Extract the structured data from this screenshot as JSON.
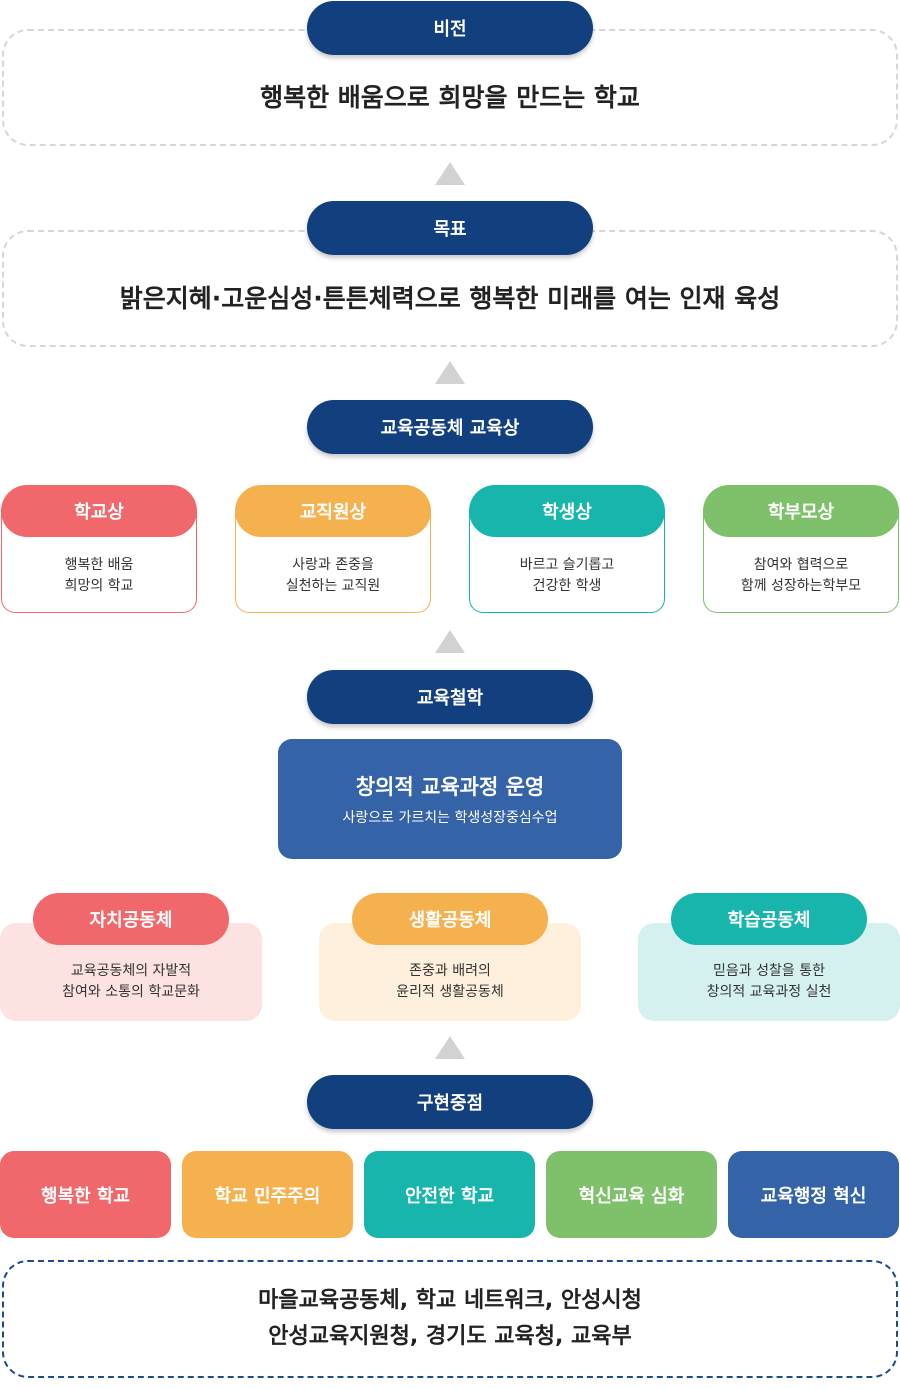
{
  "vision": {
    "label": "비전",
    "text": "행복한 배움으로 희망을 만드는 학교"
  },
  "goal": {
    "label": "목표",
    "text": "밝은지혜·고운심성·튼튼체력으로 행복한 미래를 여는 인재 육성"
  },
  "ideal": {
    "label": "교육공동체 교육상",
    "roles": [
      {
        "title": "학교상",
        "line1": "행복한 배움",
        "line2": "희망의 학교",
        "color": "#f0686b"
      },
      {
        "title": "교직원상",
        "line1": "사랑과 존중을",
        "line2": "실천하는 교직원",
        "color": "#f6b14f"
      },
      {
        "title": "학생상",
        "line1": "바르고 슬기롭고",
        "line2": "건강한 학생",
        "color": "#17b5ac"
      },
      {
        "title": "학부모상",
        "line1": "참여와 협력으로",
        "line2": "함께 성장하는학부모",
        "color": "#7ec16a"
      }
    ]
  },
  "philosophy": {
    "label": "교육철학",
    "main": "창의적 교육과정 운영",
    "sub": "사랑으로 가르치는 학생성장중심수업",
    "color": "#3463a8"
  },
  "communities": [
    {
      "title": "자치공동체",
      "line1": "교육공동체의 자발적",
      "line2": "참여와 소통의 학교문화",
      "color": "#f0686b",
      "bg": "#fde2e2"
    },
    {
      "title": "생활공동체",
      "line1": "존중과 배려의",
      "line2": "윤리적 생활공동체",
      "color": "#f6b14f",
      "bg": "#fff0dd"
    },
    {
      "title": "학습공동체",
      "line1": "믿음과 성찰을 통한",
      "line2": "창의적 교육과정 실천",
      "color": "#17b5ac",
      "bg": "#d5f1ef"
    }
  ],
  "focus": {
    "label": "구현중점",
    "items": [
      {
        "text": "행복한 학교",
        "color": "#f0686b"
      },
      {
        "text": "학교 민주주의",
        "color": "#f6b14f"
      },
      {
        "text": "안전한 학교",
        "color": "#17b5ac"
      },
      {
        "text": "혁신교육 심화",
        "color": "#7ec16a"
      },
      {
        "text": "교육행정 혁신",
        "color": "#3463a8"
      }
    ]
  },
  "network": {
    "line1": "마을교육공동체, 학교 네트워크, 안성시청",
    "line2": "안성교육지원청, 경기도 교육청, 교육부"
  },
  "colors": {
    "navy": "#123f7d",
    "arrow": "#d2d2d2",
    "dash": "#d6d6d6",
    "netDash": "#1c4c8e"
  }
}
